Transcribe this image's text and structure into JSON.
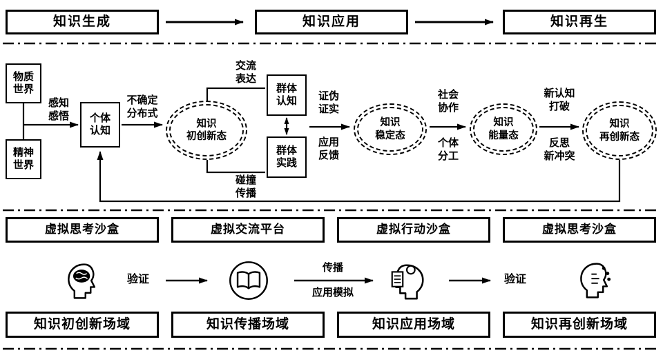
{
  "top_flow": {
    "stages": [
      "知识生成",
      "知识应用",
      "知识再生"
    ]
  },
  "middle": {
    "material_world": "物质\n世界",
    "spiritual_world": "精神\n世界",
    "perceive": "感知\n感悟",
    "individual_cognition": "个体\n认知",
    "uncertain": "不确定\n分布式",
    "state_initial": "知识\n初创新态",
    "exchange": "交流\n表达",
    "collision": "碰撞\n传播",
    "group_cognition": "群体\n认知",
    "group_practice": "群体\n实践",
    "falsify": "证伪\n证实",
    "feedback": "应用\n反馈",
    "state_stable": "知识\n稳定态",
    "social": "社会\n协作",
    "division": "个体\n分工",
    "state_energy": "知识\n能量态",
    "new_breaking": "新认知\n打破",
    "reflect": "反思\n新冲突",
    "state_renew": "知识\n再创新态"
  },
  "sandboxes": {
    "items": [
      "虚拟思考沙盒",
      "虚拟交流平台",
      "虚拟行动沙盒",
      "虚拟思考沙盒"
    ]
  },
  "simulation": {
    "verify_left": "验证",
    "propagate": "传播",
    "apply_sim": "应用模拟",
    "verify_right": "验证",
    "icons": [
      "thinking-brain-head",
      "open-book",
      "applying-head",
      "ai-head"
    ]
  },
  "fields": {
    "items": [
      "知识初创新场域",
      "知识传播场域",
      "知识应用场域",
      "知识再创新场域"
    ]
  },
  "colors": {
    "ink": "#000000",
    "background": "#ffffff"
  }
}
